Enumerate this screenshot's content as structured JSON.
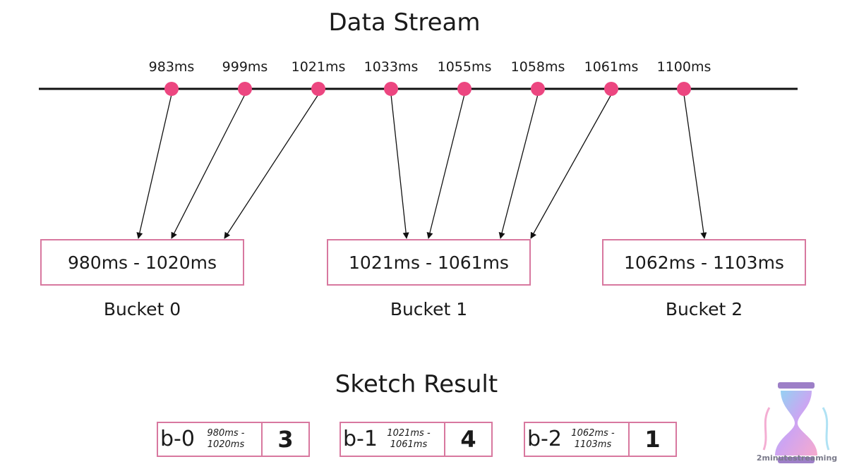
{
  "title": "Data Stream",
  "events": [
    {
      "label": "983ms",
      "bucket": 0
    },
    {
      "label": "999ms",
      "bucket": 0
    },
    {
      "label": "1021ms",
      "bucket": 0
    },
    {
      "label": "1033ms",
      "bucket": 1
    },
    {
      "label": "1055ms",
      "bucket": 1
    },
    {
      "label": "1058ms",
      "bucket": 1
    },
    {
      "label": "1061ms",
      "bucket": 1
    },
    {
      "label": "1100ms",
      "bucket": 2
    }
  ],
  "buckets": [
    {
      "range": "980ms - 1020ms",
      "label": "Bucket 0"
    },
    {
      "range": "1021ms - 1061ms",
      "label": "Bucket 1"
    },
    {
      "range": "1062ms - 1103ms",
      "label": "Bucket 2"
    }
  ],
  "sketch": {
    "title": "Sketch Result",
    "cells": [
      {
        "id": "b-0",
        "range": "980ms - 1020ms",
        "count": "3"
      },
      {
        "id": "b-1",
        "range": "1021ms - 1061ms",
        "count": "4"
      },
      {
        "id": "b-2",
        "range": "1062ms - 1103ms",
        "count": "1"
      }
    ]
  },
  "brand": {
    "text": "2minutestreaming"
  },
  "colors": {
    "dot": "#ec4680",
    "box_border": "#d8789f",
    "line": "#111111"
  }
}
